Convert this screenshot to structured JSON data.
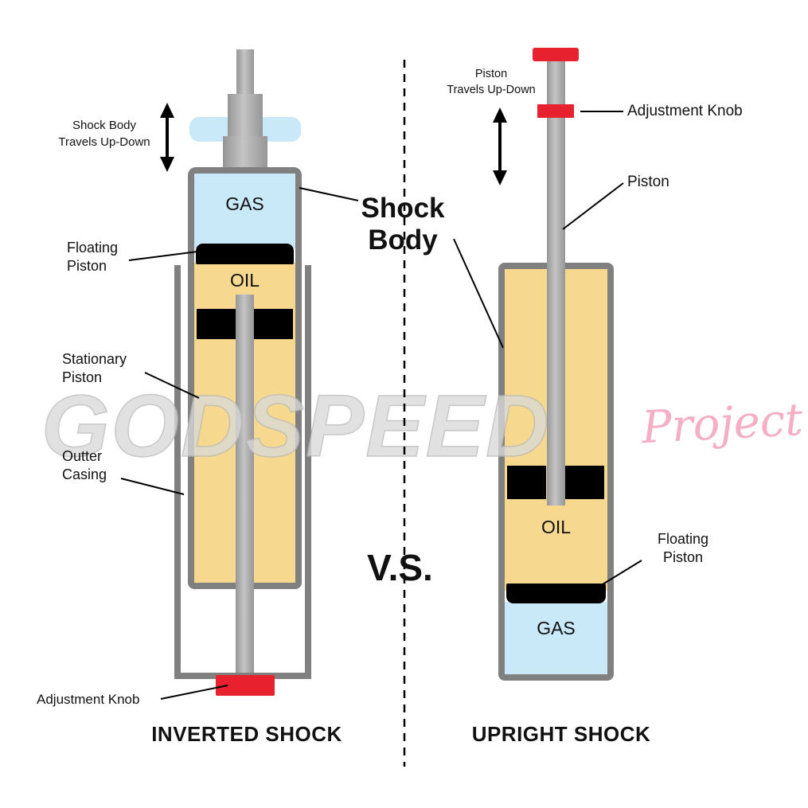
{
  "colors": {
    "outline_gray": "#808080",
    "rod_gray": "#a8a8a8",
    "gas_blue": "#c9e8f8",
    "oil_tan": "#f6d98e",
    "knob_red": "#e8212e",
    "watermark_gray": "#d9d9d9",
    "watermark_pink": "#f4a6bd"
  },
  "watermark": {
    "brand": "GODSPEED",
    "sub_brand": "Project"
  },
  "center": {
    "shock_body_label": "Shock\nBody",
    "vs_label": "V.S."
  },
  "inverted_shock": {
    "title": "INVERTED SHOCK",
    "travel_label": "Shock Body\nTravels Up-Down",
    "gas_label": "GAS",
    "oil_label": "OIL",
    "floating_piston_label": "Floating\nPiston",
    "stationary_piston_label": "Stationary\nPiston",
    "outer_casing_label": "Outter\nCasing",
    "adjustment_knob_label": "Adjustment Knob"
  },
  "upright_shock": {
    "title": "UPRIGHT SHOCK",
    "travel_label": "Piston\nTravels Up-Down",
    "gas_label": "GAS",
    "oil_label": "OIL",
    "floating_piston_label": "Floating\nPiston",
    "piston_label": "Piston",
    "adjustment_knob_label": "Adjustment Knob"
  }
}
